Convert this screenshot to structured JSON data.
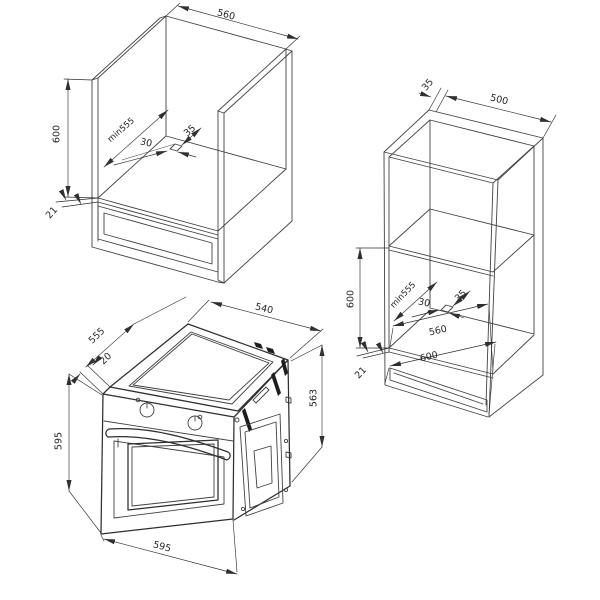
{
  "drawings": {
    "base_cabinet": {
      "top_width": "560",
      "height": "600",
      "panel_thickness": "21",
      "min_depth": "min555",
      "cutout_width": "30",
      "cutout_offset": "35"
    },
    "tall_cabinet": {
      "top_inset": "35",
      "top_depth": "500",
      "niche_height": "600",
      "panel_thickness": "21",
      "min_depth": "min555",
      "cutout_width": "30",
      "cutout_offset": "35",
      "inner_width": "560",
      "outer_width": "600"
    },
    "oven": {
      "top_width": "540",
      "depth": "555",
      "front_overhang": "20",
      "body_height": "563",
      "front_height": "595",
      "front_width": "595"
    }
  },
  "colors": {
    "line": "#424242",
    "dimension": "#303030",
    "background": "#ffffff",
    "vent_fill": "#1d1d1d"
  }
}
